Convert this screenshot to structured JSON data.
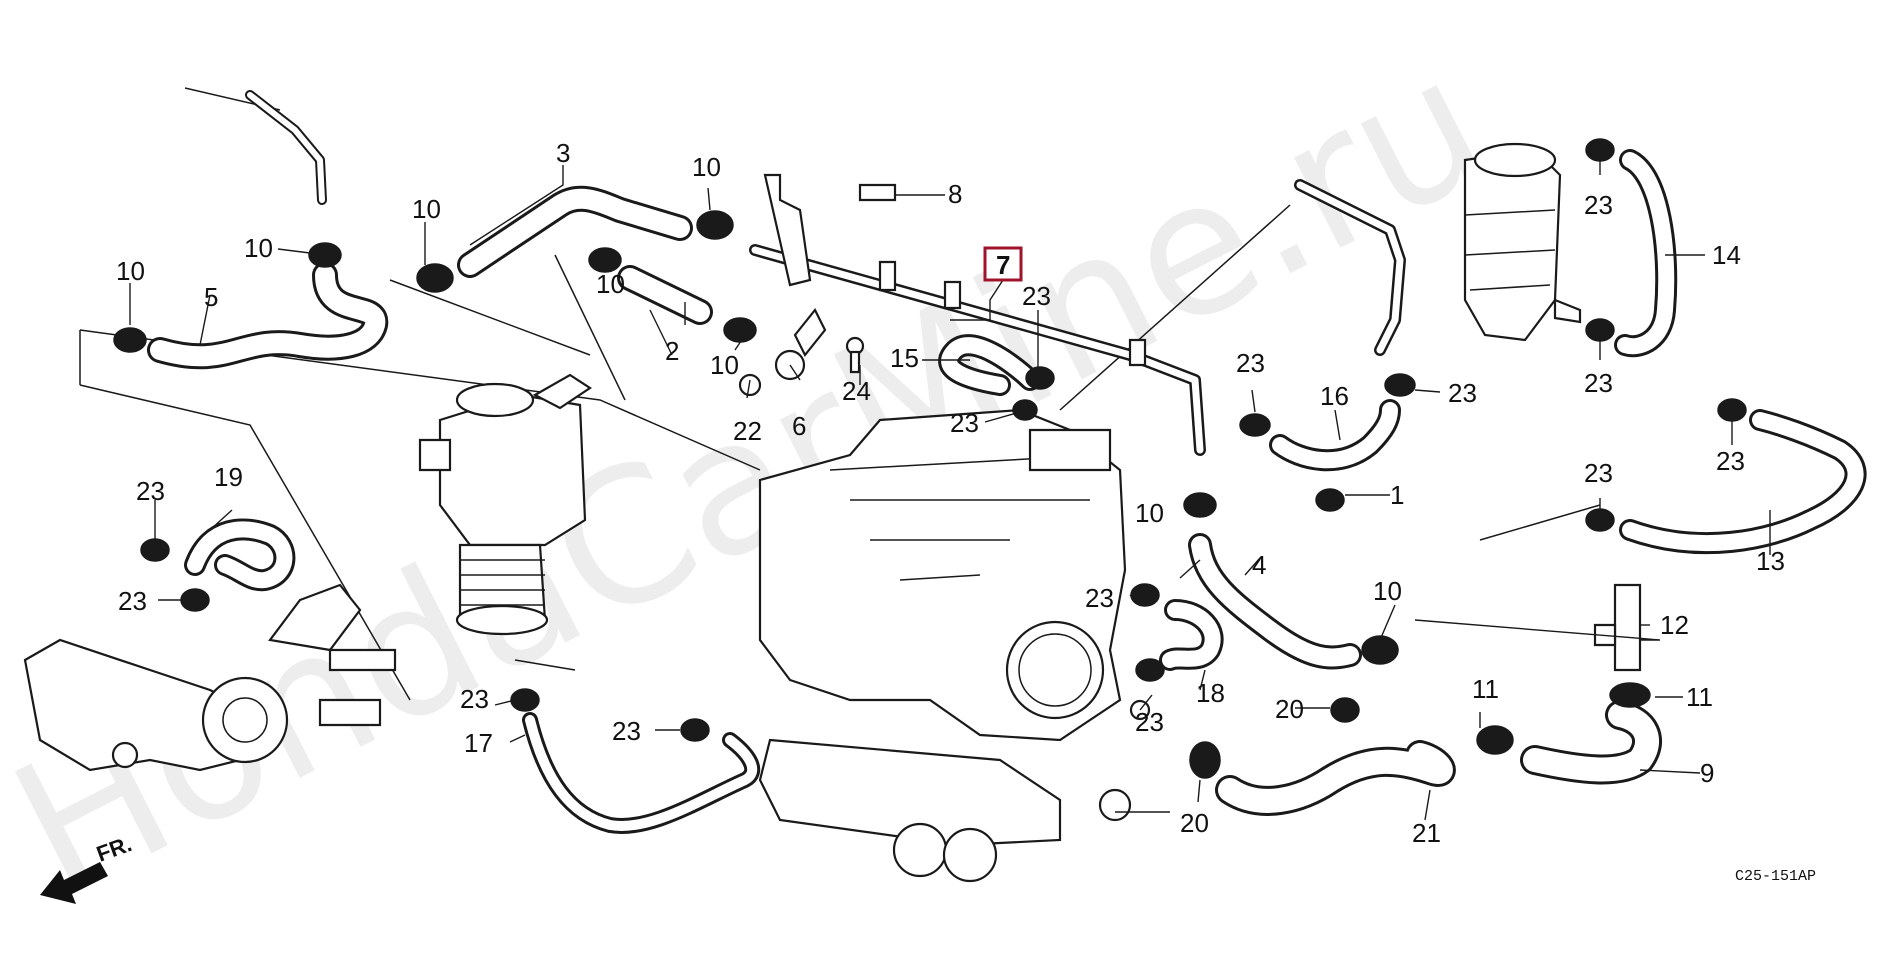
{
  "watermark": "HondaCarMine.ru",
  "diagram_code": "C25-151AP",
  "front_indicator": "FR.",
  "highlighted_part": "7",
  "callouts": [
    {
      "id": "c3",
      "label": "3"
    },
    {
      "id": "c10a",
      "label": "10"
    },
    {
      "id": "c10b",
      "label": "10"
    },
    {
      "id": "c10c",
      "label": "10"
    },
    {
      "id": "c10d",
      "label": "10"
    },
    {
      "id": "c10e",
      "label": "10"
    },
    {
      "id": "c10f",
      "label": "10"
    },
    {
      "id": "c10g",
      "label": "10"
    },
    {
      "id": "c10h",
      "label": "10"
    },
    {
      "id": "c8",
      "label": "8"
    },
    {
      "id": "c7",
      "label": "7"
    },
    {
      "id": "c5",
      "label": "5"
    },
    {
      "id": "c2",
      "label": "2"
    },
    {
      "id": "c22",
      "label": "22"
    },
    {
      "id": "c6",
      "label": "6"
    },
    {
      "id": "c24",
      "label": "24"
    },
    {
      "id": "c15",
      "label": "15"
    },
    {
      "id": "c23a",
      "label": "23"
    },
    {
      "id": "c23b",
      "label": "23"
    },
    {
      "id": "c23c",
      "label": "23"
    },
    {
      "id": "c23d",
      "label": "23"
    },
    {
      "id": "c23e",
      "label": "23"
    },
    {
      "id": "c23f",
      "label": "23"
    },
    {
      "id": "c23g",
      "label": "23"
    },
    {
      "id": "c23h",
      "label": "23"
    },
    {
      "id": "c23i",
      "label": "23"
    },
    {
      "id": "c23j",
      "label": "23"
    },
    {
      "id": "c23k",
      "label": "23"
    },
    {
      "id": "c23l",
      "label": "23"
    },
    {
      "id": "c23m",
      "label": "23"
    },
    {
      "id": "c23n",
      "label": "23"
    },
    {
      "id": "c14",
      "label": "14"
    },
    {
      "id": "c16",
      "label": "16"
    },
    {
      "id": "c1",
      "label": "1"
    },
    {
      "id": "c13",
      "label": "13"
    },
    {
      "id": "c19",
      "label": "19"
    },
    {
      "id": "c4",
      "label": "4"
    },
    {
      "id": "c12",
      "label": "12"
    },
    {
      "id": "c11a",
      "label": "11"
    },
    {
      "id": "c11b",
      "label": "11"
    },
    {
      "id": "c18",
      "label": "18"
    },
    {
      "id": "c17",
      "label": "17"
    },
    {
      "id": "c20a",
      "label": "20"
    },
    {
      "id": "c20b",
      "label": "20"
    },
    {
      "id": "c21",
      "label": "21"
    },
    {
      "id": "c9",
      "label": "9"
    }
  ]
}
